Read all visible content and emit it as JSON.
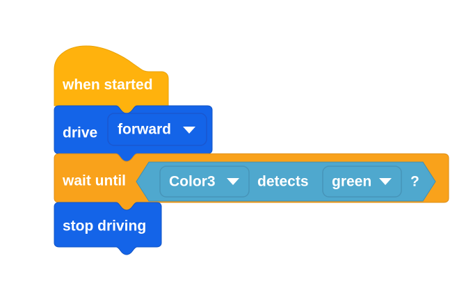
{
  "workspace": {
    "background_color": "#ffffff",
    "script_name": "when-started-script"
  },
  "colors": {
    "event_block": "#ffb20d",
    "event_block_stroke": "#e8a30c",
    "motion_block": "#1464e8",
    "motion_block_stroke": "#1254c4",
    "control_block": "#f9a21b",
    "control_block_stroke": "#dd8e16",
    "sensing_block": "#4fa8ce",
    "sensing_block_stroke": "#3f8fb2",
    "field_stroke_on_blue": "#1a57cf",
    "field_stroke_on_teal": "#4794b8",
    "text": "#ffffff"
  },
  "blocks": [
    {
      "id": "when-started",
      "type": "hat",
      "category": "event",
      "label": "when started"
    },
    {
      "id": "drive",
      "type": "stack",
      "category": "motion",
      "label": "drive",
      "fields": [
        {
          "id": "drive-direction",
          "kind": "dropdown",
          "value": "forward",
          "icon": "chevron-down-icon"
        }
      ]
    },
    {
      "id": "wait-until",
      "type": "stack",
      "category": "control",
      "label": "wait until",
      "boolean_input": {
        "id": "color-detects",
        "category": "sensing",
        "label_before": "",
        "fields": [
          {
            "id": "sensor-port",
            "kind": "dropdown",
            "value": "Color3",
            "icon": "chevron-down-icon"
          }
        ],
        "label_middle": "detects",
        "fields_after": [
          {
            "id": "detect-color",
            "kind": "dropdown",
            "value": "green",
            "icon": "chevron-down-icon"
          }
        ],
        "label_end": "?"
      }
    },
    {
      "id": "stop-driving",
      "type": "stack",
      "category": "motion",
      "label": "stop driving"
    }
  ]
}
